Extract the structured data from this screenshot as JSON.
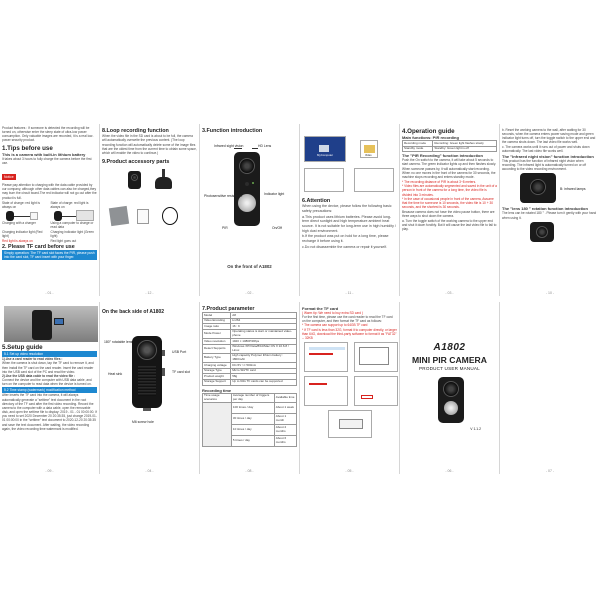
{
  "panels": {
    "p1": {
      "intro": "Product features : If someone is detected the recording will be turned on, otherwise enter the sleep state of ultra-low power consumption. Only valuable images are recorded, it is a real low-power security product.",
      "tips_title": "1.Tips before use",
      "tips_sub": "This is a camera with built-in lithium battery",
      "tips_text": "It takes about 3 hours to fully charge the camera before the first use.",
      "notice_label": "Notice",
      "notice_text": "Please pay attention to charging with the data cable provided by our company, although other data cables can also be charged,they may burn the circuit board.The red indicator will not go out after the product is full.",
      "state_a": "State of charge: red light is always on",
      "state_b": "State of charge: red light is always on",
      "caption_a": "Charging with a charger",
      "caption_b": "Using a computer to charge or read data",
      "cap_red": "Charging indicator light (Red light)",
      "cap_red_val": "Red light is always on",
      "cap_green": "Charging indicator light (Green light)",
      "cap_green_val": "Red light goes out",
      "section2": "2. Please TF card before use",
      "note": "Simply operation: The TF card slot faces the PIR, please push into the card slot, TF card insert with your finger."
    },
    "p2": {
      "title": "8.Loop recording function",
      "text": "When the video file in the SD card is about to be full, the camera will automatically overwrite the previous content. (The loop recording function will automatically delete some of the image files that are the oldest time from the current time to obtain some space, which will enable the video to continue.)",
      "title2": "9.Product accessory parts"
    },
    "p3": {
      "title": "3.Function introduction",
      "l_infrared": "Infrared sight vision",
      "l_hd": "HD Lens",
      "l_photo": "Photosensitive resistance",
      "l_indicator": "Indicator light",
      "l_pir": "PIR",
      "l_onoff": "On/Off",
      "caption": "On the front of A1802"
    },
    "p4": {
      "win_label_a": "MyComputer",
      "win_label_b": "Video",
      "attention_title": "6.Attention",
      "attention_text": "When using the device, please follow the following basic safety precautions:",
      "items": [
        "a.This product uses lithium batteries. Please avoid long-term direct sunlight and high temperature ambient heat source. It is not suitable for long-term use in high humidity / high dust environment.",
        "b.If the product was put on hold for a long time, please recharge it before using it.",
        "c.Do not disassemble the camera or repair it yourself."
      ]
    },
    "p5": {
      "title": "4.Operation guide",
      "sub": "Main functions: PIR recording",
      "table": [
        [
          "Recording mode",
          "Recording: Green light flashes slowly"
        ],
        [
          "Standby mode",
          "Standby: Green light is off"
        ]
      ],
      "pir_title": "The \"PIR Recording\" function introduction",
      "pir_text": "Push the On switch to the camera, it will take about 5 seconds to start camera. The green indicator lights up and then flashes slowly. When someone passes by, it will automatically start recording. When no one moves in the front of the camera for 30 seconds, the machine stops recording and enters standby mode.",
      "warn": [
        "* The recording distance of PIR is about 3~8 meters.",
        "* Video files are automatically segmented and saved in the unit of a person in front of the camera for a long time, the video file is divided into 3 minutes.",
        "* In the case of occasional people in front of the camera, Assume that the time for someone is 10 seconds, the video file is 10 + 30 seconds, and the shortest is 30 seconds."
      ],
      "because": "Because camera does not have the video pause button, there are three ways to shut down the camera.",
      "way_a": "a. Turn the toggle switch of the working camera to the upper end and shut it down forcibly. But it will cause the last video file to fail to play."
    },
    "p6": {
      "b": "b. Reset the working camera to the wall, after waiting for 30 seconds, when the camera enters power saving mode and green indicator light turns off, turn the toggle switch to the upper end and the camera shuts down. The last video file works well.",
      "c": "c. The camera works until it runs out of power and shuts down automatically. The last video file works well.",
      "ir_title": "The \"Infrared night vision\" function introduction",
      "ir_text": "This product has the function of infrared night vision when recording. The infrared light is automatically turned on or off according to the video recording environment.",
      "ir_label": "B: infrared lamps",
      "rot_title": "The \"lens 180 ° rotation function introduction",
      "rot_text": "The lens can be rotated 180 ° . Please turn it gently with your hand when using it."
    },
    "p7": {
      "title": "5.Setup guide",
      "bar1": "5.1 Set up video resolution",
      "items": [
        "1).Use a card reader to read video files :",
        "When the camera is shut down, tap the TF card to remove it, and then install the TF card on the card reader. Insert the card reader into the USB card slot of the PC and read the video.",
        "2).Use the USB data cable to read the video file :",
        "Connect the device and the computer with USB data cable, and turn on the computer to read data when the device is turned on."
      ],
      "bar2": "5.2 Time stamp (watermark) modification method",
      "bar2_text": "After inserts the TF card into the camera, it will always automatically generate a \"settime\" text document in the root directory of the TF card after the first video recording. Record the camera to the computer with a data cable, open the removable disk, and open the settime file to display: 2019 - 01 - 01 00:00:00. If you need to set 2020 December 20 20:35:35, just change 2019-01-01 00:00:00 in the \"settime\" text document to 2020-12-20 20:35:35 and save the text document. After waiting, the video recording again, the video recording time watermark is modified."
    },
    "p8": {
      "title": "On the back side of A1802",
      "l_reset": "180° rotatable lens",
      "l_usb": "USB Port",
      "l_heat": "Heat sink",
      "l_tf": "TF card slot",
      "l_m6": "M6 screw hole"
    },
    "p9": {
      "title": "7.Product parameter",
      "params": [
        [
          "Model",
          "A8"
        ],
        [
          "Video Encoding",
          "H.264"
        ],
        [
          "Image ratio",
          "16 : 9"
        ],
        [
          "Mode Power",
          "Operating status is start or maintained video-phone"
        ],
        [
          "Video resolution",
          "1920 × 1080P/30fps"
        ],
        [
          "Detect Supports",
          "Windows XP/Vista/8/10/Mac OS X 10.6.8 / Linux"
        ],
        [
          "Battery Type",
          "High capacity Polymer lithium battery : 1800mAh"
        ],
        [
          "Charging voltage",
          "DC-5V >= 500mA"
        ],
        [
          "Storage Type",
          "Micro SD/TF card"
        ],
        [
          "Product weight",
          "58g"
        ],
        [
          "Storage Support",
          "Up to 64G TF cards can be supported"
        ]
      ],
      "rec_title": "Recording time",
      "rec_head": [
        "Time usage scenarios",
        "Average number of triggers per day",
        "Available time"
      ],
      "rec_rows": [
        [
          "100 times / day",
          "About 1 week"
        ],
        [
          "30 times / day",
          "About 1 month"
        ],
        [
          "10 times / day",
          "About 2 months"
        ],
        [
          "5 times / day",
          "About 6 months"
        ]
      ]
    },
    "p10": {
      "title": "Format the TF card",
      "sub": "( Warm tip: We need to buy extra SD card )",
      "text": "For the first time, please use the card reader to read the TF card on the computer, and then format the TF card as follows:",
      "warn1": "* The camera can support up to 64GB TF card",
      "warn2": "* If TF card is less than 32G, format it to computer directly, or larger than 64G, download the third-party software to format it as \"FAT32\" -- 32KB"
    },
    "p11": {
      "brand": "A1802",
      "title": "MINI PIR CAMERA",
      "subtitle": "PRODUCT USER MANUAL",
      "version": "V 1.1.2"
    }
  },
  "page_numbers": [
    "- 01 -",
    "- 12 -",
    "- 02 -",
    "- 11 -",
    "- 03 -",
    "- 10 -",
    "- 09 -",
    "- 04 -",
    "- 08 -",
    "- 05 -",
    "- 06 -",
    "- 07 -"
  ]
}
